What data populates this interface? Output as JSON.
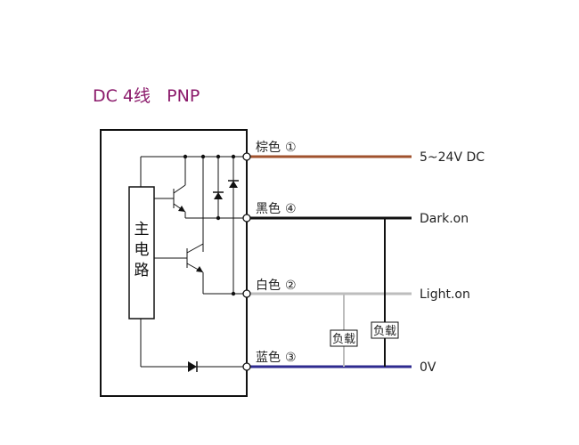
{
  "title": {
    "text": "DC 4线   PNP",
    "color": "#8b1a6b"
  },
  "main_block": {
    "chars": [
      "主",
      "电",
      "路"
    ]
  },
  "wires": [
    {
      "id": "brown",
      "label": "棕色",
      "pin": "①",
      "output": "5~24V DC",
      "color": "#a0522d"
    },
    {
      "id": "black",
      "label": "黑色",
      "pin": "④",
      "output": "Dark.on",
      "color": "#111111"
    },
    {
      "id": "white",
      "label": "白色",
      "pin": "②",
      "output": "Light.on",
      "color": "#bdbdbd"
    },
    {
      "id": "blue",
      "label": "蓝色",
      "pin": "③",
      "output": "0V",
      "color": "#2e2a8f"
    }
  ],
  "loads": [
    {
      "text": "负载"
    },
    {
      "text": "负载"
    }
  ]
}
